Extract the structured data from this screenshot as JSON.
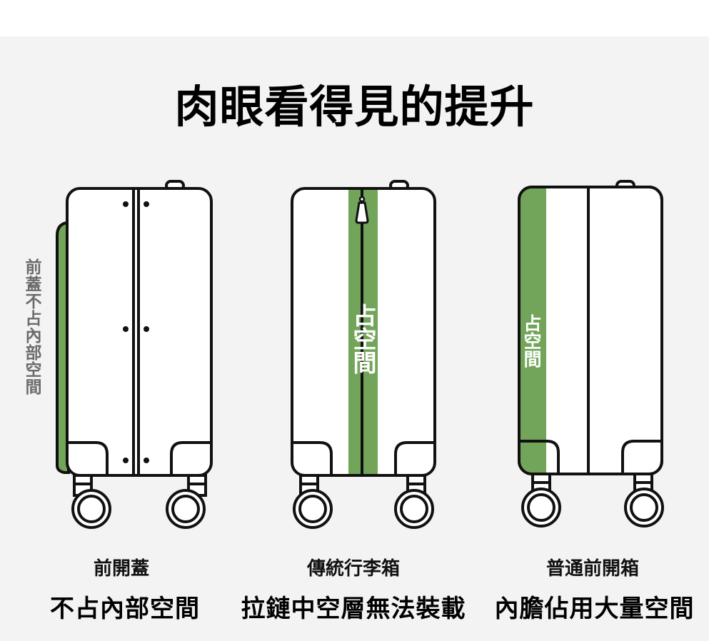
{
  "title": "肉眼看得見的提升",
  "side_label": "前蓋不占內部空間",
  "colors": {
    "accent_green": "#72a55a",
    "outline": "#111111",
    "panel_bg": "#f3f3f3",
    "suitcase_fill": "#ffffff",
    "side_label_text": "#6b6b6b"
  },
  "suitcases": [
    {
      "id": "front-lid",
      "space_label": "",
      "caption_sub": "前開蓋",
      "caption_main": "不占內部空間"
    },
    {
      "id": "traditional",
      "space_label": "占空間",
      "caption_sub": "傳統行李箱",
      "caption_main": "拉鏈中空層無法裝載"
    },
    {
      "id": "ordinary-front-open",
      "space_label": "占空間",
      "caption_sub": "普通前開箱",
      "caption_main": "內膽佔用大量空間"
    }
  ]
}
